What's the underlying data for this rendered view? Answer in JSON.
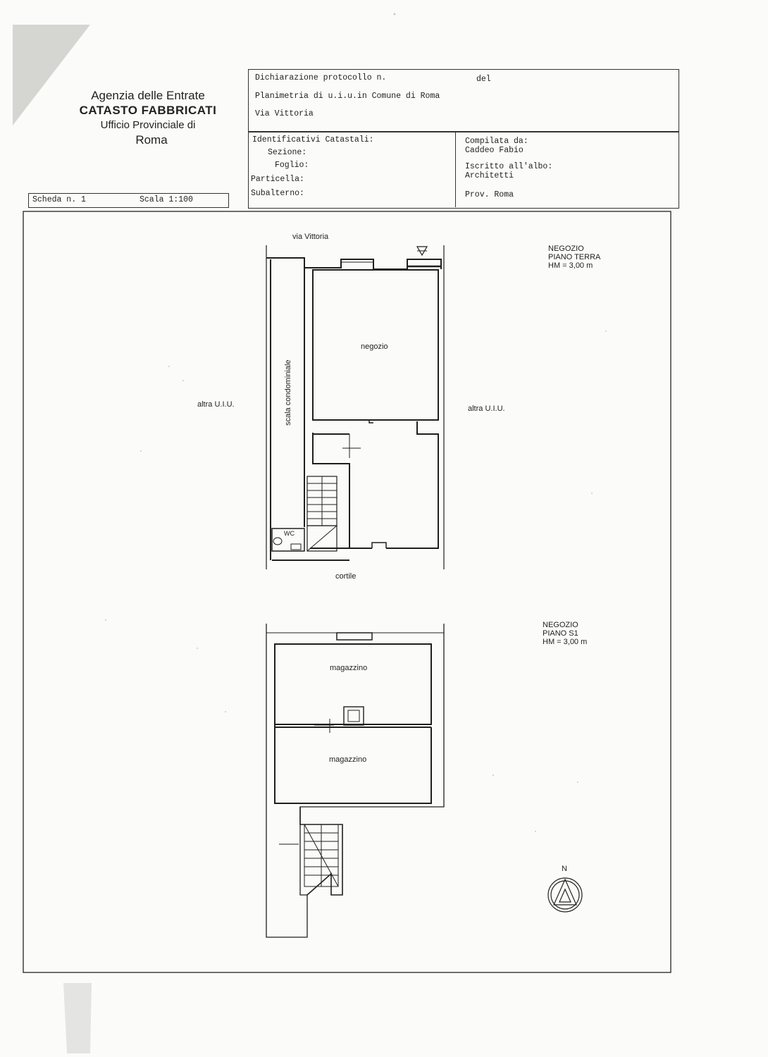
{
  "header": {
    "agency_line1": "Agenzia delle Entrate",
    "agency_line2": "CATASTO FABBRICATI",
    "agency_line3": "Ufficio Provinciale di",
    "agency_line4": "Roma",
    "declaration": "Dichiarazione protocollo n.",
    "declaration_del": "del",
    "planimetria": "Planimetria di u.i.u.in Comune di Roma",
    "address": "Via Vittoria",
    "ident_title": "Identificativi Catastali:",
    "sezione": "Sezione:",
    "foglio": "Foglio:",
    "particella": "Particella:",
    "subalterno": "Subalterno:",
    "compilata_da": "Compilata da:",
    "compiler_name": "Caddeo Fabio",
    "iscritto": "Iscritto all'albo:",
    "albo": "Architetti",
    "prov": "Prov. Roma",
    "scheda": "Scheda n. 1",
    "scala": "Scala 1:100"
  },
  "plan_ground": {
    "street": "via Vittoria",
    "room_main": "negozio",
    "stair_label": "scala condominiale",
    "left_neighbor": "altra U.I.U.",
    "right_neighbor": "altra U.I.U.",
    "wc": "WC",
    "courtyard": "cortile",
    "note_line1": "NEGOZIO",
    "note_line2": "PIANO TERRA",
    "note_line3": "HM = 3,00 m"
  },
  "plan_basement": {
    "room_upper": "magazzino",
    "room_lower": "magazzino",
    "note_line1": "NEGOZIO",
    "note_line2": "PIANO S1",
    "note_line3": "HM = 3,00 m"
  },
  "compass": {
    "label": "N"
  }
}
